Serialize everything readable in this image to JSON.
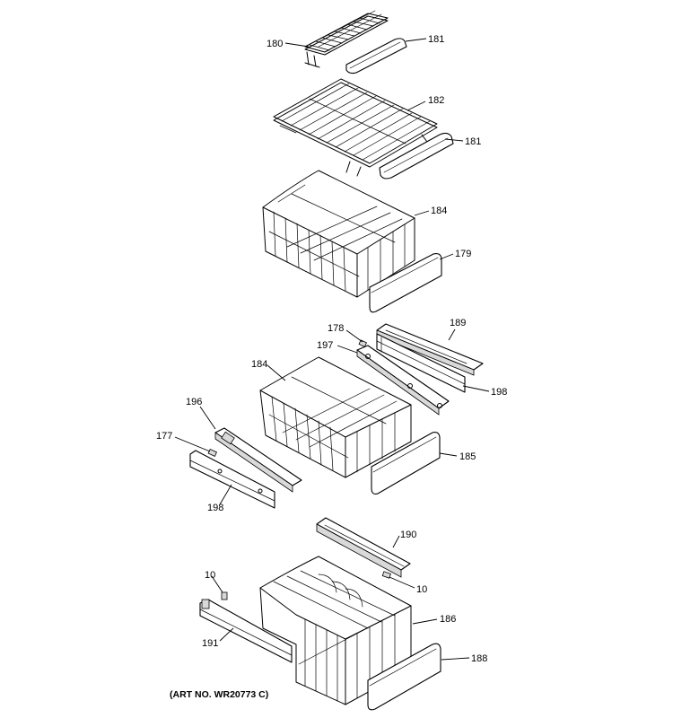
{
  "diagram": {
    "art_number": "(ART NO. WR20773 C)",
    "callouts": {
      "c180": "180",
      "c181a": "181",
      "c182": "182",
      "c181b": "181",
      "c184a": "184",
      "c179": "179",
      "c178": "178",
      "c189": "189",
      "c197": "197",
      "c184b": "184",
      "c198a": "198",
      "c196": "196",
      "c177": "177",
      "c185": "185",
      "c198b": "198",
      "c190": "190",
      "c10a": "10",
      "c10b": "10",
      "c186": "186",
      "c191": "191",
      "c188": "188"
    }
  }
}
